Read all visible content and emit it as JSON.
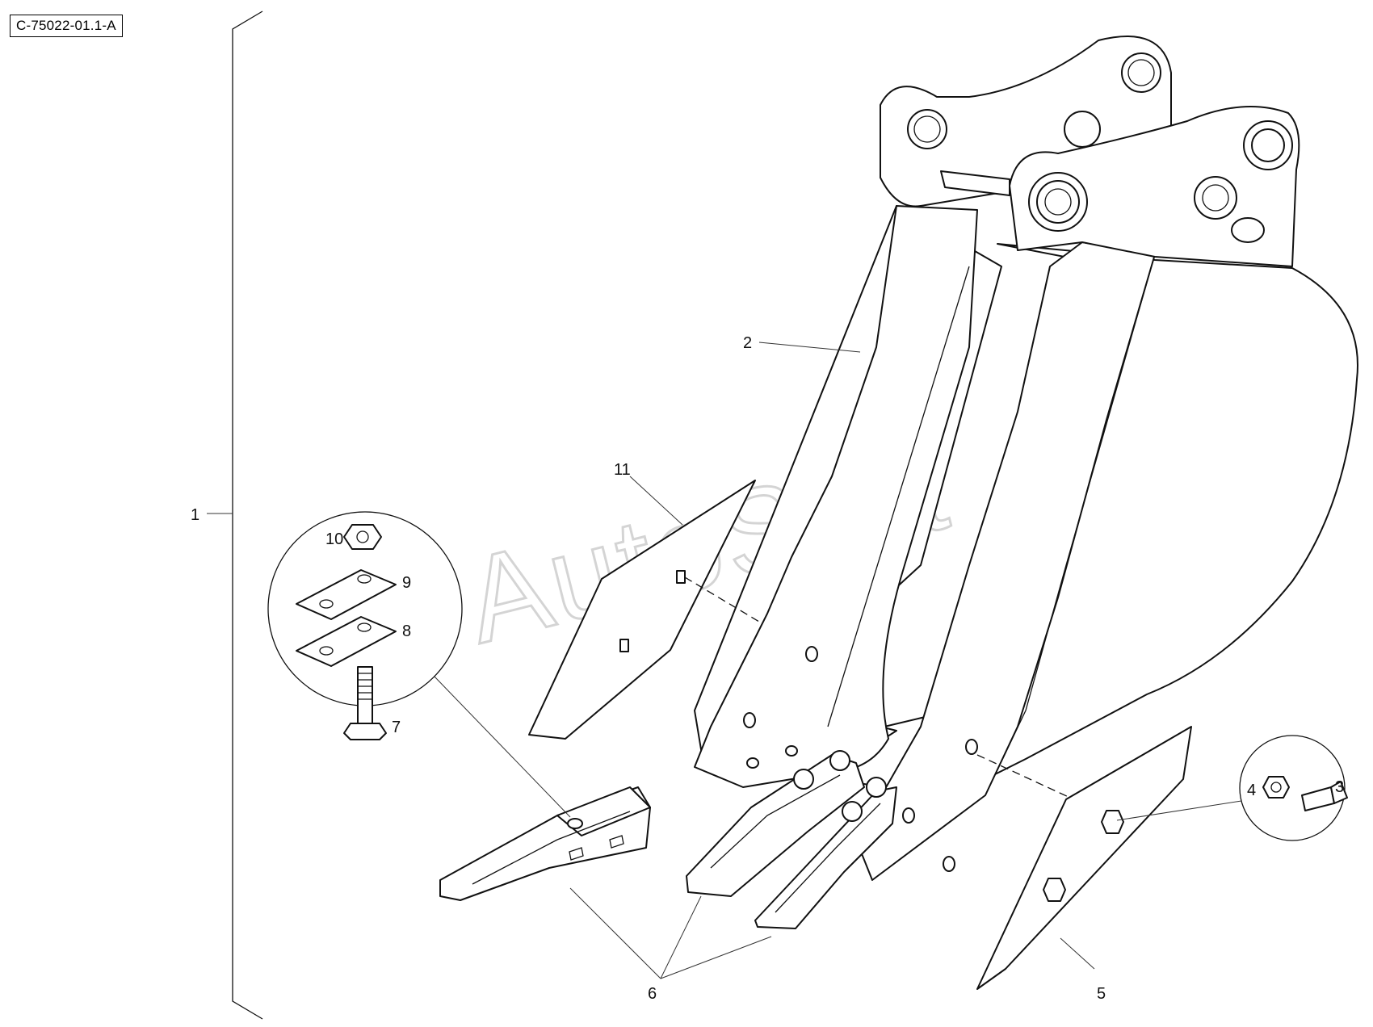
{
  "drawing_reference": "C-75022-01.1-A",
  "watermark": "AutoSoft",
  "callouts": [
    {
      "id": "c1",
      "label": "1"
    },
    {
      "id": "c2",
      "label": "2"
    },
    {
      "id": "c3",
      "label": "3"
    },
    {
      "id": "c4",
      "label": "4"
    },
    {
      "id": "c5",
      "label": "5"
    },
    {
      "id": "c6",
      "label": "6"
    },
    {
      "id": "c7",
      "label": "7"
    },
    {
      "id": "c8",
      "label": "8"
    },
    {
      "id": "c9",
      "label": "9"
    },
    {
      "id": "c10",
      "label": "10"
    },
    {
      "id": "c11",
      "label": "11"
    }
  ]
}
